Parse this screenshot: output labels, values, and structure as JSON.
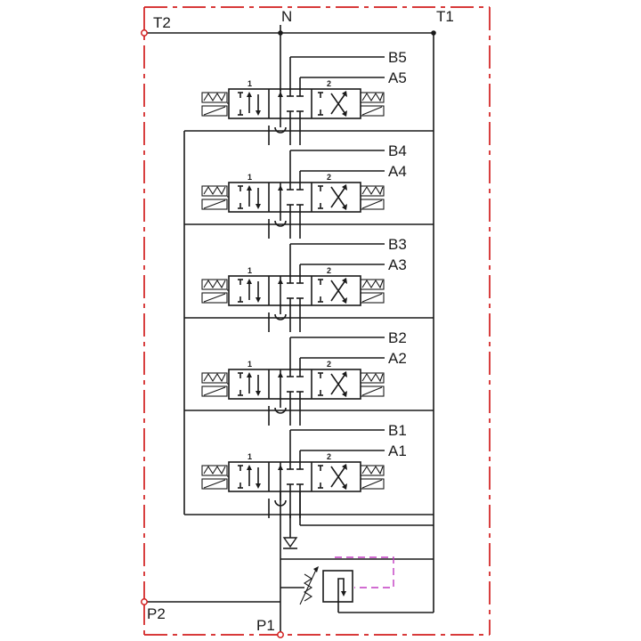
{
  "ports": {
    "T2": "T2",
    "N": "N",
    "T1": "T1",
    "P2": "P2",
    "P1": "P1"
  },
  "sections": [
    {
      "A": "A5",
      "B": "B5",
      "pos1": "1",
      "pos2": "2"
    },
    {
      "A": "A4",
      "B": "B4",
      "pos1": "1",
      "pos2": "2"
    },
    {
      "A": "A3",
      "B": "B3",
      "pos1": "1",
      "pos2": "2"
    },
    {
      "A": "A2",
      "B": "B2",
      "pos1": "1",
      "pos2": "2"
    },
    {
      "A": "A1",
      "B": "B1",
      "pos1": "1",
      "pos2": "2"
    }
  ],
  "colors": {
    "line": "#1a1a1a",
    "housing_outline": "#d21e1e",
    "pilot_line": "#c23cc2"
  }
}
